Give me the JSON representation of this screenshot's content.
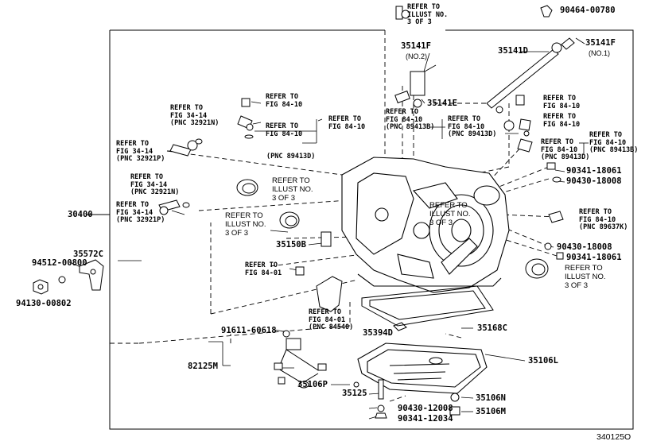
{
  "diagram_id": "340125O",
  "parts": {
    "p90464": "90464-00780",
    "p35141F_no2": "35141F",
    "p35141F_no2_sub": "(NO.2)",
    "p35141D": "35141D",
    "p35141F_no1": "35141F",
    "p35141F_no1_sub": "(NO.1)",
    "p35141E": "35141E",
    "p30400": "30400",
    "p35572C": "35572C",
    "p94512": "94512-00800",
    "p94130": "94130-00802",
    "p35150B": "35150B",
    "p90341_18061_top": "90341-18061",
    "p90430_18008_top": "90430-18008",
    "p90430_18008_r": "90430-18008",
    "p90341_18061_r": "90341-18061",
    "p91611": "91611-60618",
    "p35394D": "35394D",
    "p35168C": "35168C",
    "p82125M": "82125M",
    "p35106L": "35106L",
    "p35106P": "35106P",
    "p35125": "35125",
    "p35106N": "35106N",
    "p90430_12008": "90430-12008",
    "p35106M": "35106M",
    "p90341_12034": "90341-12034"
  },
  "refs": {
    "r_top_illust": [
      "REFER TO",
      "ILLUST NO.",
      "3 OF 3"
    ],
    "r_fig84_a": [
      "REFER TO",
      "FIG 84-10"
    ],
    "r_fig84_b": [
      "REFER TO",
      "FIG 84-10"
    ],
    "r_fig84_c": [
      "REFER TO",
      "FIG 84-10"
    ],
    "r_fig84_d": [
      "REFER TO",
      "FIG 84-10",
      "(PNC 89413B)"
    ],
    "r_fig84_e": [
      "REFER TO",
      "FIG 84-10",
      "(PNC 89413D)"
    ],
    "r_fig84_f": [
      "REFER TO",
      "FIG 84-10"
    ],
    "r_fig84_g": [
      "REFER TO",
      "FIG 84-10"
    ],
    "r_fig84_h": [
      "REFER TO",
      "FIG 84-10",
      "(PNC 89413B)"
    ],
    "r_fig84_i": [
      "REFER TO",
      "FIG 84-10",
      "(PNC 89413D)"
    ],
    "r_fig34_a": [
      "REFER TO",
      "FIG 34-14",
      "(PNC 32921N)"
    ],
    "r_fig34_b": [
      "REFER TO",
      "FIG 34-14",
      "(PNC 32921P)"
    ],
    "r_fig34_c": [
      "REFER TO",
      "FIG 34-14",
      "(PNC 32921N)"
    ],
    "r_fig34_d": [
      "REFER TO",
      "FIG 34-14",
      "(PNC 32921P)"
    ],
    "r_illust_a": [
      "REFER TO",
      "ILLUST NO.",
      "3 OF 3"
    ],
    "r_illust_b": [
      "REFER TO",
      "ILLUST NO.",
      "3 OF 3"
    ],
    "r_illust_c": [
      "REFER TO",
      "ILLUST NO.",
      "3 OF 3"
    ],
    "r_illust_d": [
      "REFER TO",
      "ILLUST NO.",
      "3 OF 3"
    ],
    "r_fig84_j": [
      "REFER TO",
      "FIG 84-10",
      "(PNC 89637K)"
    ],
    "r_fig84_01a": [
      "REFER TO",
      "FIG 84-01"
    ],
    "r_fig84_01b": [
      "REFER TO",
      "FIG 84-01",
      "(PNC 84540)"
    ]
  }
}
